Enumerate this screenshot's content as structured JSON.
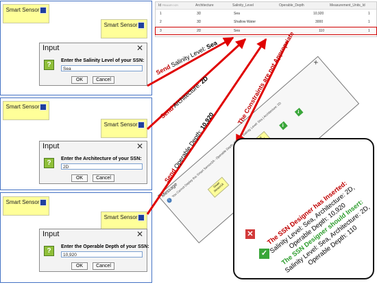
{
  "panels": [
    {
      "sensor_a": "Smart Sensor1A",
      "sensor_b": "Smart Sensor2A",
      "dialog_title": "Input",
      "prompt": "Enter the Salinity Level of your SSN:",
      "value": "Sea",
      "ok": "OK",
      "cancel": "Cancel"
    },
    {
      "sensor_a": "Smart Sensor1A",
      "sensor_b": "Smart Sensor2A",
      "dialog_title": "Input",
      "prompt": "Enter the Architecture of your SSN:",
      "value": "2D",
      "ok": "OK",
      "cancel": "Cancel"
    },
    {
      "sensor_a": "Smart Sensor1A",
      "sensor_b": "Smart Sensor2A",
      "dialog_title": "Input",
      "prompt": "Enter the Operable Depth of your SSN:",
      "value": "10,920",
      "ok": "OK",
      "cancel": "Cancel"
    }
  ],
  "arrows": {
    "send1": {
      "prefix": "Send",
      "text": " Salinity Level: ",
      "value": "Sea"
    },
    "send2": {
      "prefix": "Send",
      "text": " Architecture: ",
      "value": "2D"
    },
    "send3": {
      "prefix": "Send",
      "text": " Operable Depth: ",
      "value": "10,920"
    },
    "constraints": "The Constraints are not Appropriate"
  },
  "table": {
    "headers": [
      "Id",
      "Architecture",
      "Salinity_Level",
      "Operable_Depth",
      "Measurement_Units_Id"
    ],
    "header_note": "PRIMARY KEY",
    "rows": [
      [
        "1",
        "3D",
        "Sea",
        "10,920",
        "1"
      ],
      [
        "2",
        "3D",
        "Shallow Water",
        "3000",
        "1"
      ],
      [
        "3",
        "2D",
        "Sea",
        "110",
        "1"
      ]
    ]
  },
  "rotated_dialog": {
    "title": "Message",
    "message": "You Cannot Deploy this Smart Sensor2A - Operable Depth: 10,920 | Salinity Level: Sea | Architecture: 2D",
    "ok": "OK",
    "sensor_a": "Smart Sensor1A",
    "sensor_b": "Smart Sensor2A"
  },
  "summary": {
    "inserted_heading": "The SSN Designer has Inserted:",
    "inserted_line1": "Salinity Level: Sea, Architecture: 2D,",
    "inserted_line2": "Operable Depth: 10,920",
    "should_heading": "The SSN Designer should Insert:",
    "should_line1": "Salinity Level: Sea, Architecture: 2D,",
    "should_line2": "Operable Depth: 110"
  },
  "colors": {
    "accent_red": "#c00000",
    "accent_green": "#2e9d2e",
    "sensor_yellow": "#ffff99"
  }
}
